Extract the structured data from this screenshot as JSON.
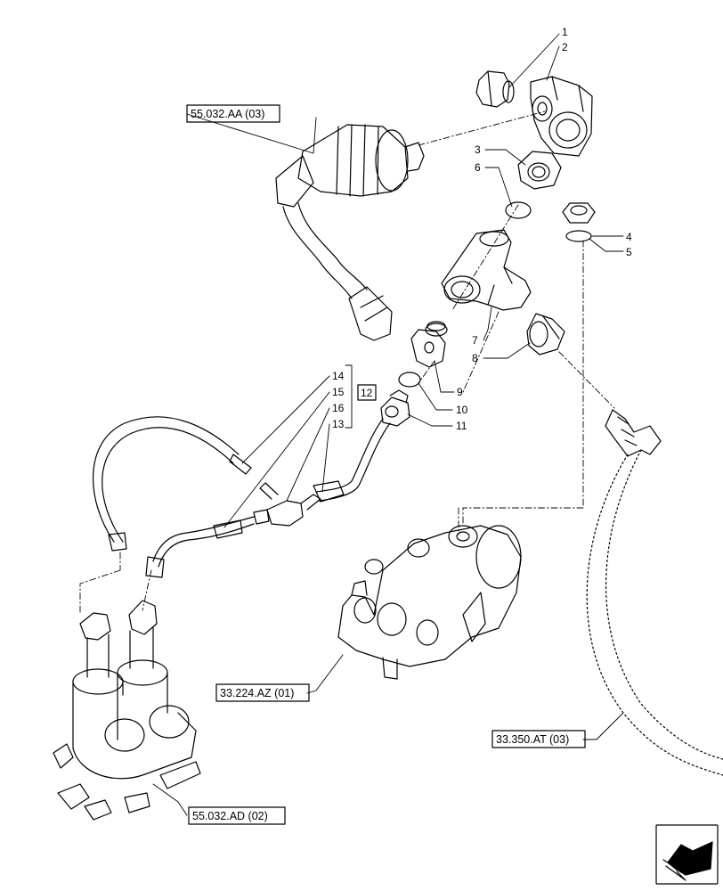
{
  "callouts": {
    "c1": "1",
    "c2": "2",
    "c3": "3",
    "c4": "4",
    "c5": "5",
    "c6": "6",
    "c7": "7",
    "c8": "8",
    "c9": "9",
    "c10": "10",
    "c11": "11",
    "c12": "12",
    "c13": "13",
    "c14": "14",
    "c15": "15",
    "c16": "16"
  },
  "references": {
    "ref_aa": "55.032.AA (03)",
    "ref_az": "33.224.AZ (01)",
    "ref_ad": "55.032.AD (02)",
    "ref_at": "33.350.AT (03)"
  },
  "icons": {
    "nav": "return-arrow-icon"
  }
}
